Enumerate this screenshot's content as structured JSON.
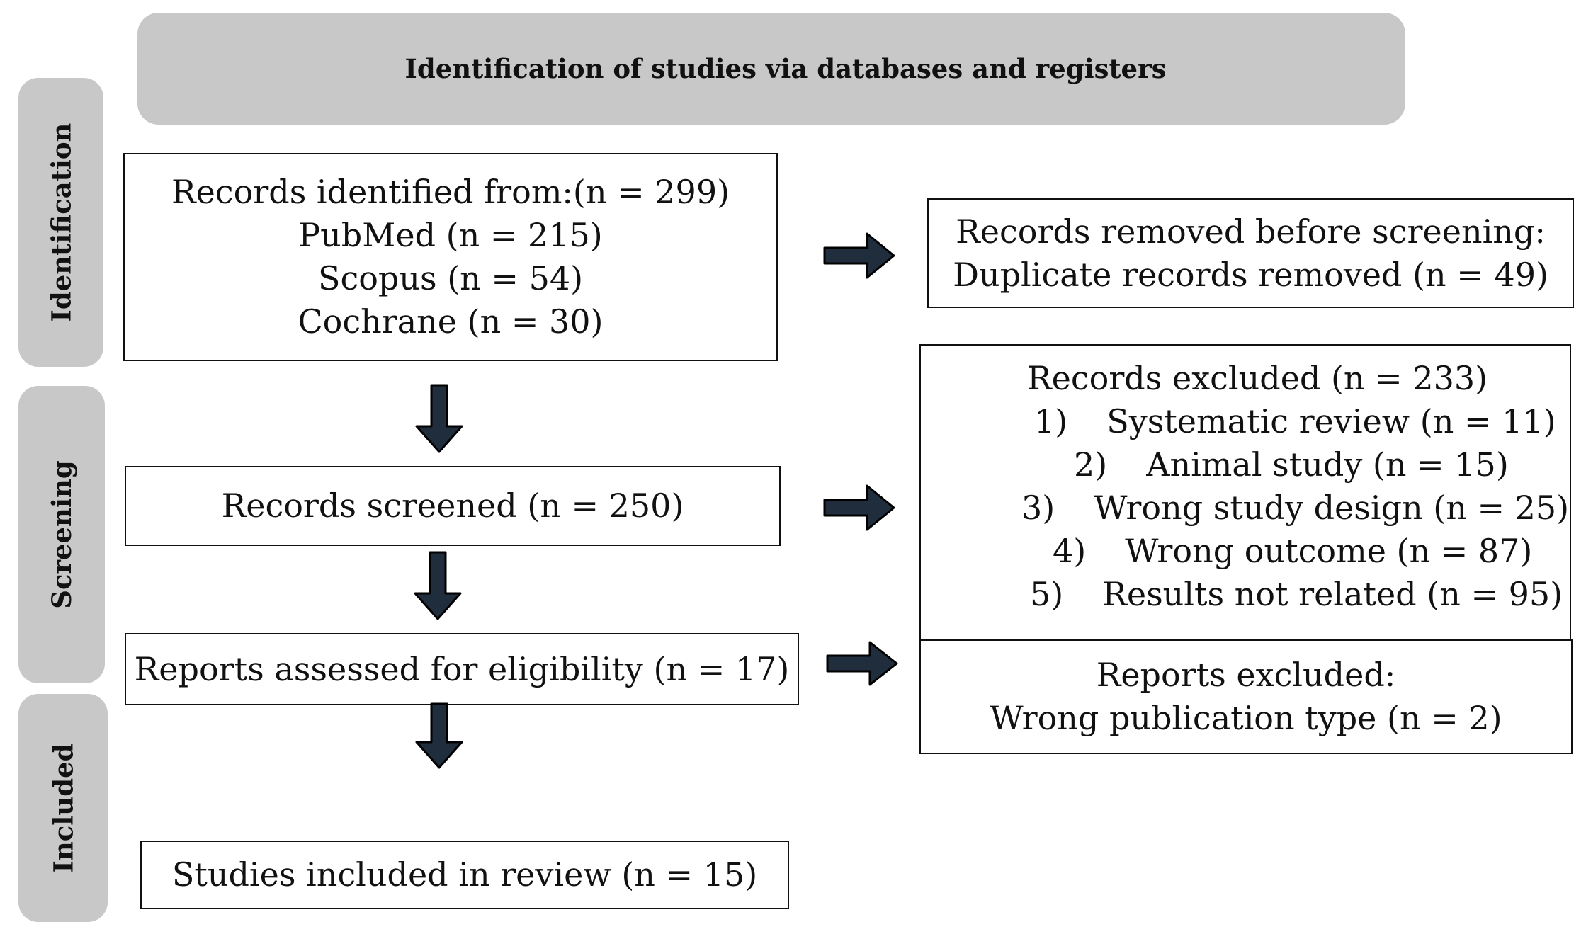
{
  "header": {
    "title": "Identification of studies via databases and registers"
  },
  "phases": {
    "identification": "Identification",
    "screening": "Screening",
    "included": "Included"
  },
  "identified": {
    "line1": "Records identified from:(n = 299)",
    "line2": "PubMed (n = 215)",
    "line3": "Scopus (n = 54)",
    "line4": "Cochrane (n = 30)"
  },
  "removed": {
    "line1": "Records removed before screening:",
    "line2": "Duplicate records removed (n = 49)"
  },
  "screened": {
    "label": "Records screened (n = 250)"
  },
  "excluded": {
    "title": "Records excluded (n = 233)",
    "items": [
      {
        "num": "1)",
        "text": "Systematic review (n = 11)"
      },
      {
        "num": "2)",
        "text": "Animal study (n = 15)"
      },
      {
        "num": "3)",
        "text": "Wrong study design (n = 25)"
      },
      {
        "num": "4)",
        "text": "Wrong outcome (n = 87)"
      },
      {
        "num": "5)",
        "text": "Results not related (n = 95)"
      }
    ]
  },
  "eligibility": {
    "label": "Reports assessed for eligibility (n = 17)"
  },
  "reports_excluded": {
    "line1": "Reports excluded:",
    "line2": "Wrong publication type (n = 2)"
  },
  "included": {
    "label": "Studies included in review (n = 15)"
  },
  "colors": {
    "banner": "#c8c8c8",
    "arrow_fill": "#1f2d3d",
    "arrow_stroke": "#000000",
    "border": "#111111"
  }
}
